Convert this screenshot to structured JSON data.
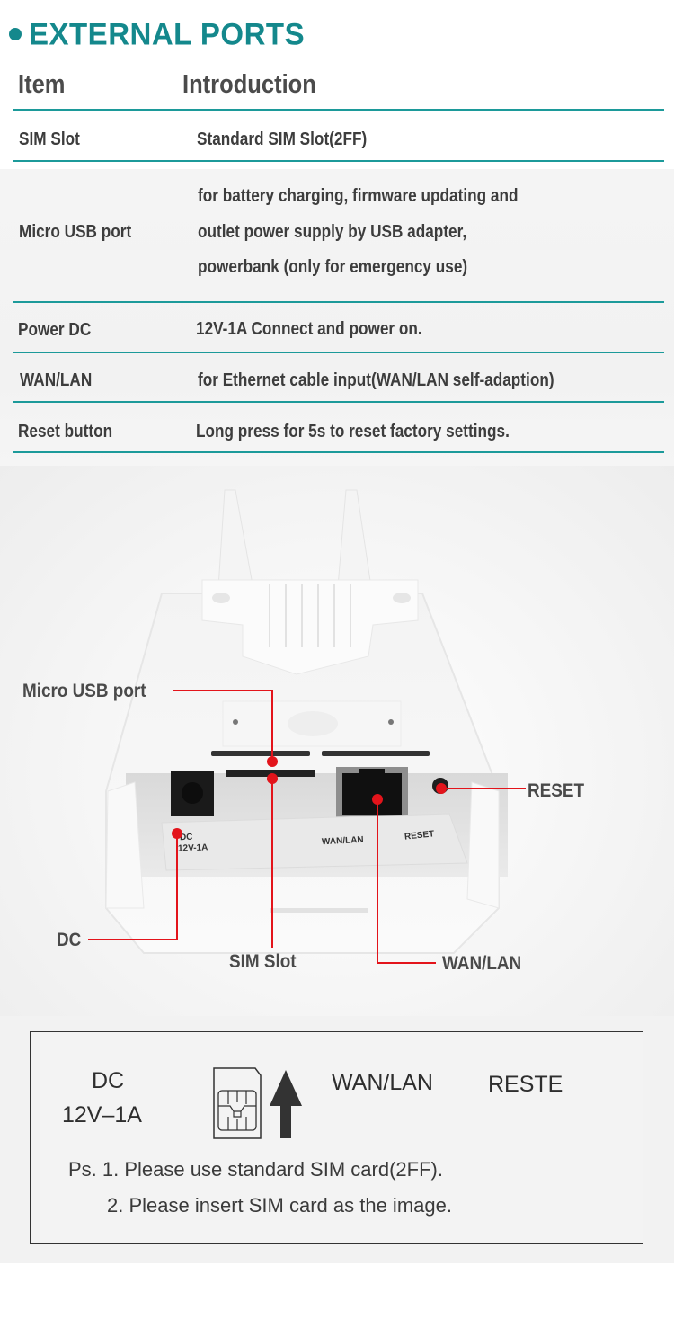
{
  "section": {
    "title": "EXTERNAL PORTS",
    "accent_color": "#14888c",
    "rule_color": "#1c9a9a"
  },
  "table": {
    "headers": {
      "item": "Item",
      "introduction": "Introduction"
    },
    "rows": [
      {
        "item": "SIM Slot",
        "intro": [
          "Standard SIM Slot(2FF)"
        ]
      },
      {
        "item": "Micro USB port",
        "intro": [
          "for battery charging, firmware updating and",
          "outlet power supply by USB adapter,",
          "powerbank  (only for emergency use)"
        ]
      },
      {
        "item": "Power DC",
        "intro": [
          "12V-1A Connect and power on."
        ]
      },
      {
        "item": "WAN/LAN",
        "intro": [
          "for Ethernet cable input(WAN/LAN self-adaption)"
        ]
      },
      {
        "item": "Reset button",
        "intro": [
          "Long press for 5s to reset factory settings."
        ]
      }
    ]
  },
  "diagram": {
    "callout_color": "#e3141b",
    "callouts": {
      "micro_usb": "Micro USB port",
      "reset": "RESET",
      "dc": "DC",
      "sim_slot": "SIM Slot",
      "wan_lan": "WAN/LAN"
    },
    "device_sticker": {
      "dc": "DC",
      "voltage": "12V-1A",
      "wan_lan": "WAN/LAN",
      "reset": "RESET"
    }
  },
  "label": {
    "dc": "DC",
    "voltage": "12V–1A",
    "wan_lan": "WAN/LAN",
    "reset": "RESTE",
    "notes": [
      "Ps. 1. Please use standard SIM card(2FF).",
      "2. Please insert SIM card as the image."
    ]
  }
}
